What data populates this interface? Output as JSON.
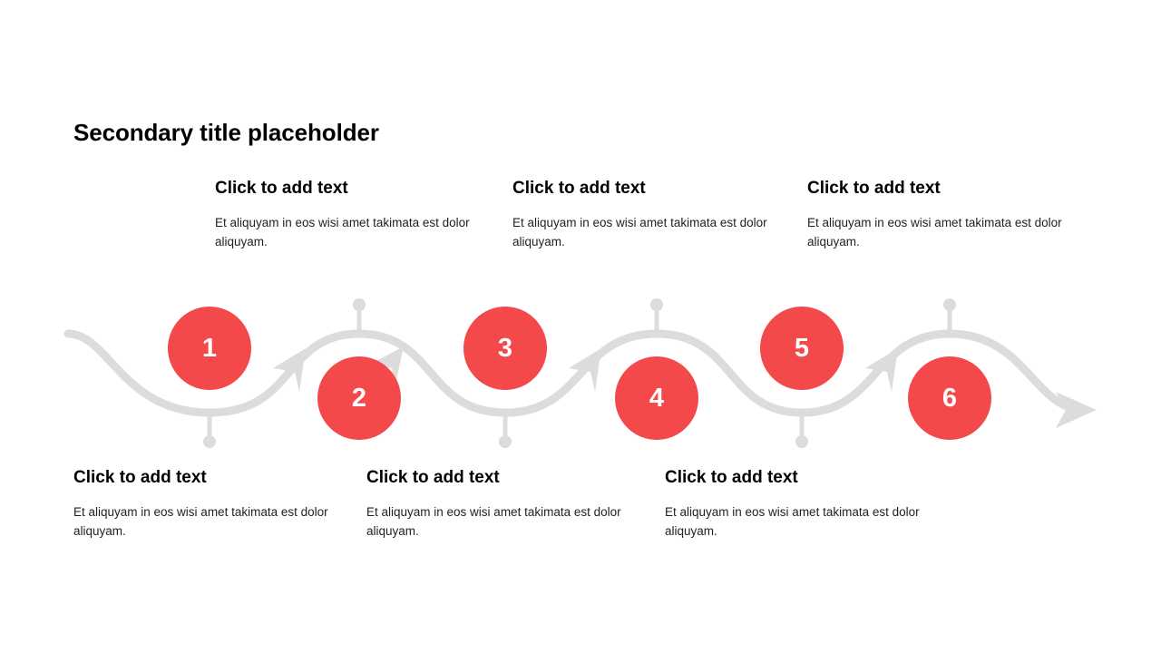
{
  "slide": {
    "title": "Secondary title placeholder",
    "background_color": "#FFFFFF",
    "accent_color": "#F4494B",
    "path_color": "#DCDCDC",
    "heading_color": "#000000",
    "body_color": "#222222"
  },
  "blocks": {
    "top": [
      {
        "heading": "Click to add text",
        "body": "Et aliquyam in eos wisi amet takimata est dolor aliquyam."
      },
      {
        "heading": "Click to add text",
        "body": "Et aliquyam in eos wisi amet takimata est dolor aliquyam."
      },
      {
        "heading": "Click to add text",
        "body": "Et aliquyam in eos wisi amet takimata est dolor aliquyam."
      }
    ],
    "bottom": [
      {
        "heading": "Click to add text",
        "body": "Et aliquyam in eos wisi amet takimata est dolor aliquyam."
      },
      {
        "heading": "Click to add text",
        "body": "Et aliquyam in eos wisi amet takimata est dolor aliquyam."
      },
      {
        "heading": "Click to add text",
        "body": "Et aliquyam in eos wisi amet takimata est dolor aliquyam."
      }
    ]
  },
  "steps": [
    {
      "number": "1",
      "position": "upper"
    },
    {
      "number": "2",
      "position": "lower"
    },
    {
      "number": "3",
      "position": "upper"
    },
    {
      "number": "4",
      "position": "lower"
    },
    {
      "number": "5",
      "position": "upper"
    },
    {
      "number": "6",
      "position": "lower"
    }
  ]
}
